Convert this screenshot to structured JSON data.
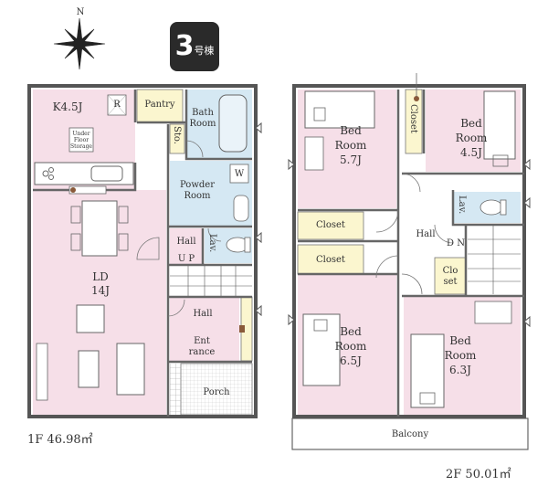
{
  "compass": {
    "north": "N"
  },
  "badge": {
    "number": "3",
    "suffix": "号棟"
  },
  "floor1": {
    "area": "1F 46.98㎡",
    "rooms": {
      "kitchen": "K4.5J",
      "pantry": "Pantry",
      "bath_line1": "Bath",
      "bath_line2": "Room",
      "storage_small": "Sto.",
      "under_floor_1": "Under",
      "under_floor_2": "Floor",
      "under_floor_3": "Storage",
      "powder_line1": "Powder",
      "powder_line2": "Room",
      "washer": "W",
      "hall_upper": "Hall",
      "lav": "Lav.",
      "up": "U P",
      "ld_line1": "LD",
      "ld_line2": "14J",
      "hall_lower": "Hall",
      "entrance_line1": "Ent",
      "entrance_line2": "rance",
      "porch": "Porch",
      "refrigerator": "R"
    }
  },
  "floor2": {
    "area": "2F 50.01㎡",
    "rooms": {
      "bed_a_1": "Bed",
      "bed_a_2": "Room",
      "bed_a_3": "5.7J",
      "closet_tall": "Closet",
      "bed_b_1": "Bed",
      "bed_b_2": "Room",
      "bed_b_3": "4.5J",
      "closet_1": "Closet",
      "closet_2": "Closet",
      "hall": "Hall",
      "dn": "D N",
      "lav": "Lav.",
      "clo_1": "Clo",
      "clo_2": "set",
      "bed_c_1": "Bed",
      "bed_c_2": "Room",
      "bed_c_3": "6.5J",
      "bed_d_1": "Bed",
      "bed_d_2": "Room",
      "bed_d_3": "6.3J",
      "balcony": "Balcony"
    }
  }
}
